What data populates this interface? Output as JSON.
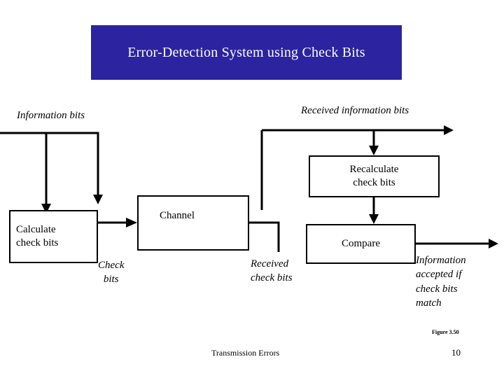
{
  "title": {
    "text": "Error-Detection System using Check Bits",
    "background_color": "#2C23A0",
    "text_color": "#FFFFFF"
  },
  "labels": {
    "information_bits": "Information bits",
    "received_information_bits": "Received information bits",
    "channel": "Channel",
    "check_bits": "Check\nbits",
    "received_check_bits": "Received\ncheck bits",
    "information_accepted": "Information\naccepted if\ncheck bits\nmatch"
  },
  "boxes": {
    "calculate": "Calculate\ncheck bits",
    "channel": "",
    "recalculate": "Recalculate\ncheck bits",
    "compare": "Compare"
  },
  "footer": {
    "figure": "Figure 3.50",
    "center": "Transmission Errors",
    "page": "10"
  },
  "colors": {
    "line": "#000000",
    "banner": "#2C23A0",
    "background": "#FFFFFF"
  }
}
